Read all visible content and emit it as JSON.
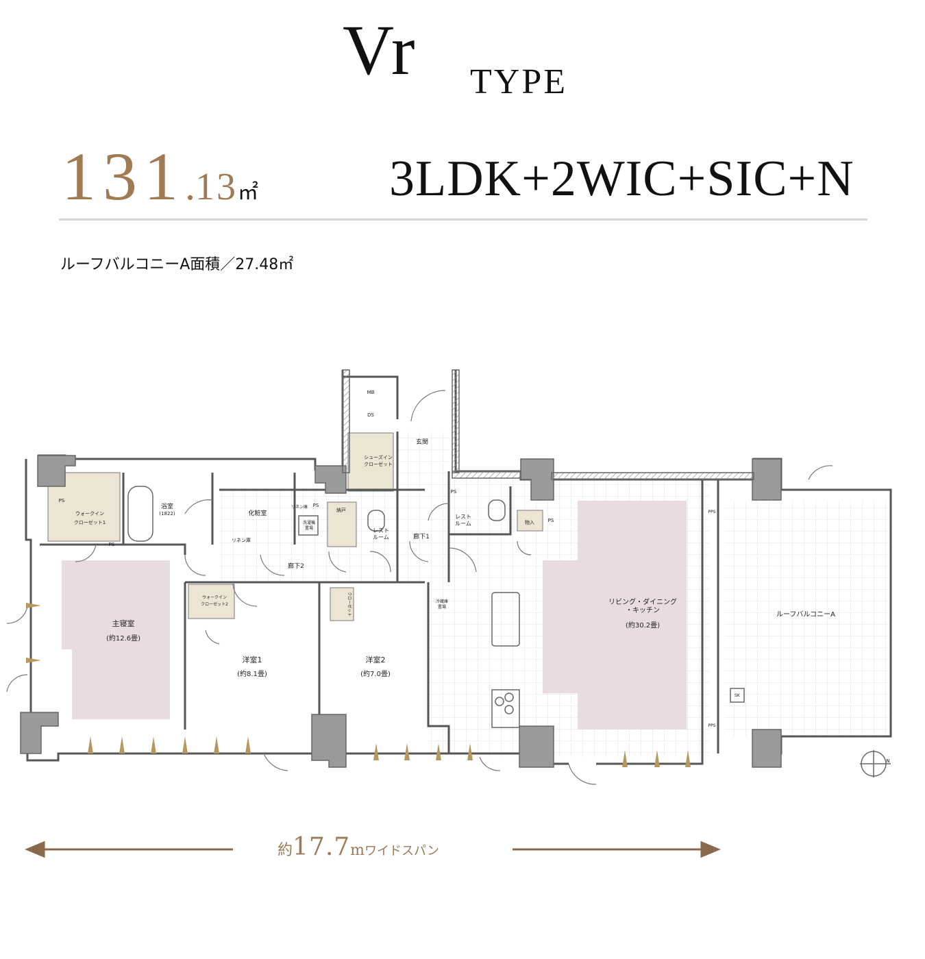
{
  "header": {
    "type_code": "Vr",
    "type_word": "TYPE",
    "area_integer": "131",
    "area_dot": ".",
    "area_decimal": "13",
    "area_unit": "㎡",
    "plan_type": "3LDK+2WIC+SIC+N",
    "balcony_note": "ルーフバルコニーA面積／27.48㎡"
  },
  "rooms": {
    "mb": "MB",
    "ds": "DS",
    "entrance": "玄関",
    "shoes_closet": [
      "シューズイン",
      "クローゼット"
    ],
    "ps1": "PS",
    "ps2": "PS",
    "ps3": "PS",
    "ps4": "PS",
    "ps5": "PS",
    "walkin1": [
      "ウォークイン",
      "クローゼット1"
    ],
    "bath": "浴室",
    "bath_size": "(1822)",
    "powder": "化粧室",
    "linen_v": "リネン庫",
    "linen_h": "リネン庫",
    "washer": [
      "洗濯機",
      "置場"
    ],
    "storage": "納戸",
    "restroom1": [
      "レスト",
      "ルーム"
    ],
    "restroom2": [
      "レスト",
      "ルーム"
    ],
    "hall1": "廊下1",
    "hall2": "廊下2",
    "walkin2": [
      "ウォークイン",
      "クローゼット2"
    ],
    "closet": "クローゼット",
    "fridge": [
      "冷蔵庫",
      "置場"
    ],
    "storage2": "物入",
    "master": "主寝室",
    "master_size": "(約12.6畳)",
    "western1": "洋室1",
    "western1_size": "(約8.1畳)",
    "western2": "洋室2",
    "western2_size": "(約7.0畳)",
    "ldk": [
      "リビング・ダイニング",
      "・キッチン"
    ],
    "ldk_size": "(約30.2畳)",
    "roof_balcony": "ルーフバルコニーA",
    "pps1": "PPS",
    "pps2": "PPS",
    "sk": "SK",
    "compass": "N"
  },
  "footer": {
    "span_prefix": "約",
    "span_number": "17.7",
    "span_unit": "m",
    "span_suffix": "ワイドスパン"
  },
  "colors": {
    "accent": "#a07a52",
    "room_highlight": "#e8dcde",
    "wall": "#8a8a8a",
    "closet_fill": "#ece5d4"
  }
}
